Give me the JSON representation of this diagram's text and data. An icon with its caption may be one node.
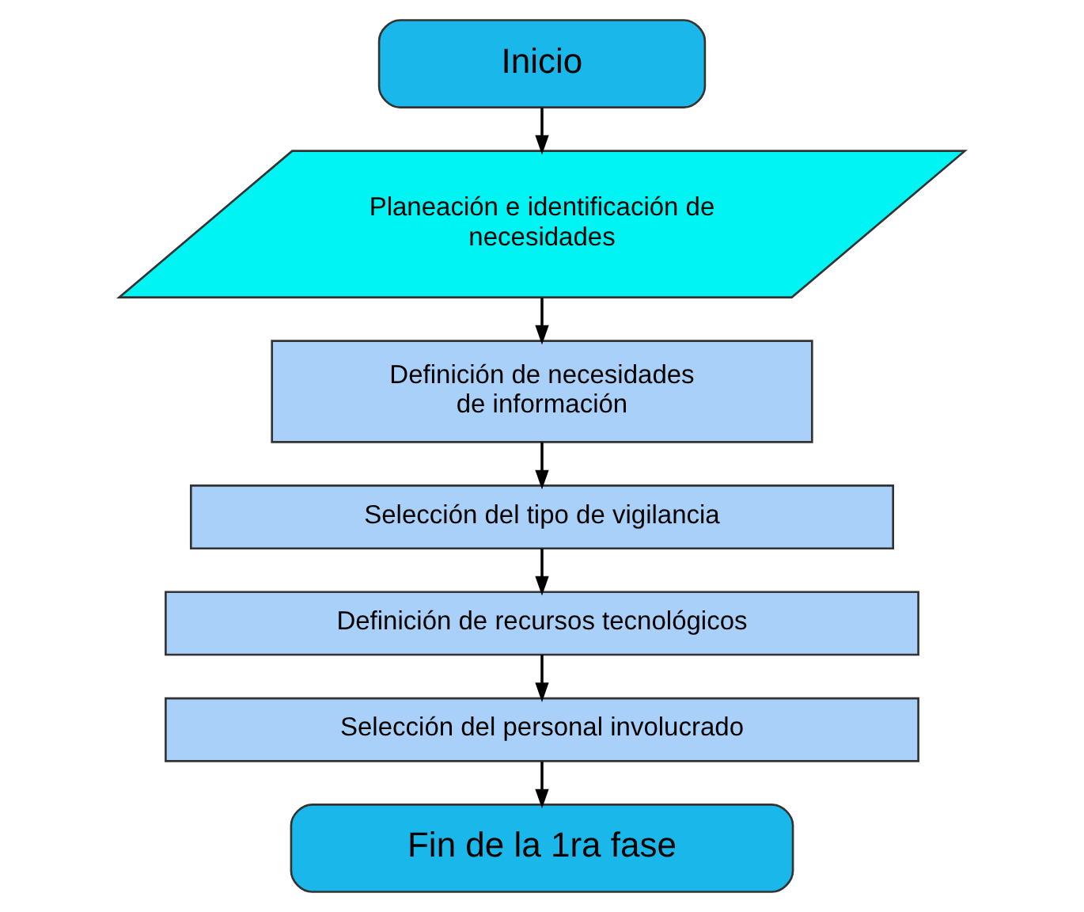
{
  "diagram": {
    "nodes": [
      {
        "text": [
          "Inicio"
        ]
      },
      {
        "text": [
          "Planeación e identificación de necesidades"
        ]
      },
      {
        "text": [
          "Definición de necesidades de información"
        ]
      },
      {
        "text": [
          "Selección del tipo de vigilancia"
        ]
      },
      {
        "text": [
          "Definición de recursos tecnológicos"
        ]
      },
      {
        "text": [
          "Selección del personal involucrado"
        ]
      },
      {
        "text": [
          "Fin de la 1ra fase"
        ]
      }
    ],
    "edges": [
      {
        "from": 0,
        "to": 1,
        "arrow": "to"
      },
      {
        "from": 1,
        "to": 2,
        "arrow": "to"
      },
      {
        "from": 2,
        "to": 3,
        "arrow": "to"
      },
      {
        "from": 3,
        "to": 4,
        "arrow": "to"
      },
      {
        "from": 4,
        "to": 5,
        "arrow": "to"
      },
      {
        "from": 5,
        "to": 6,
        "arrow": "to"
      }
    ]
  }
}
